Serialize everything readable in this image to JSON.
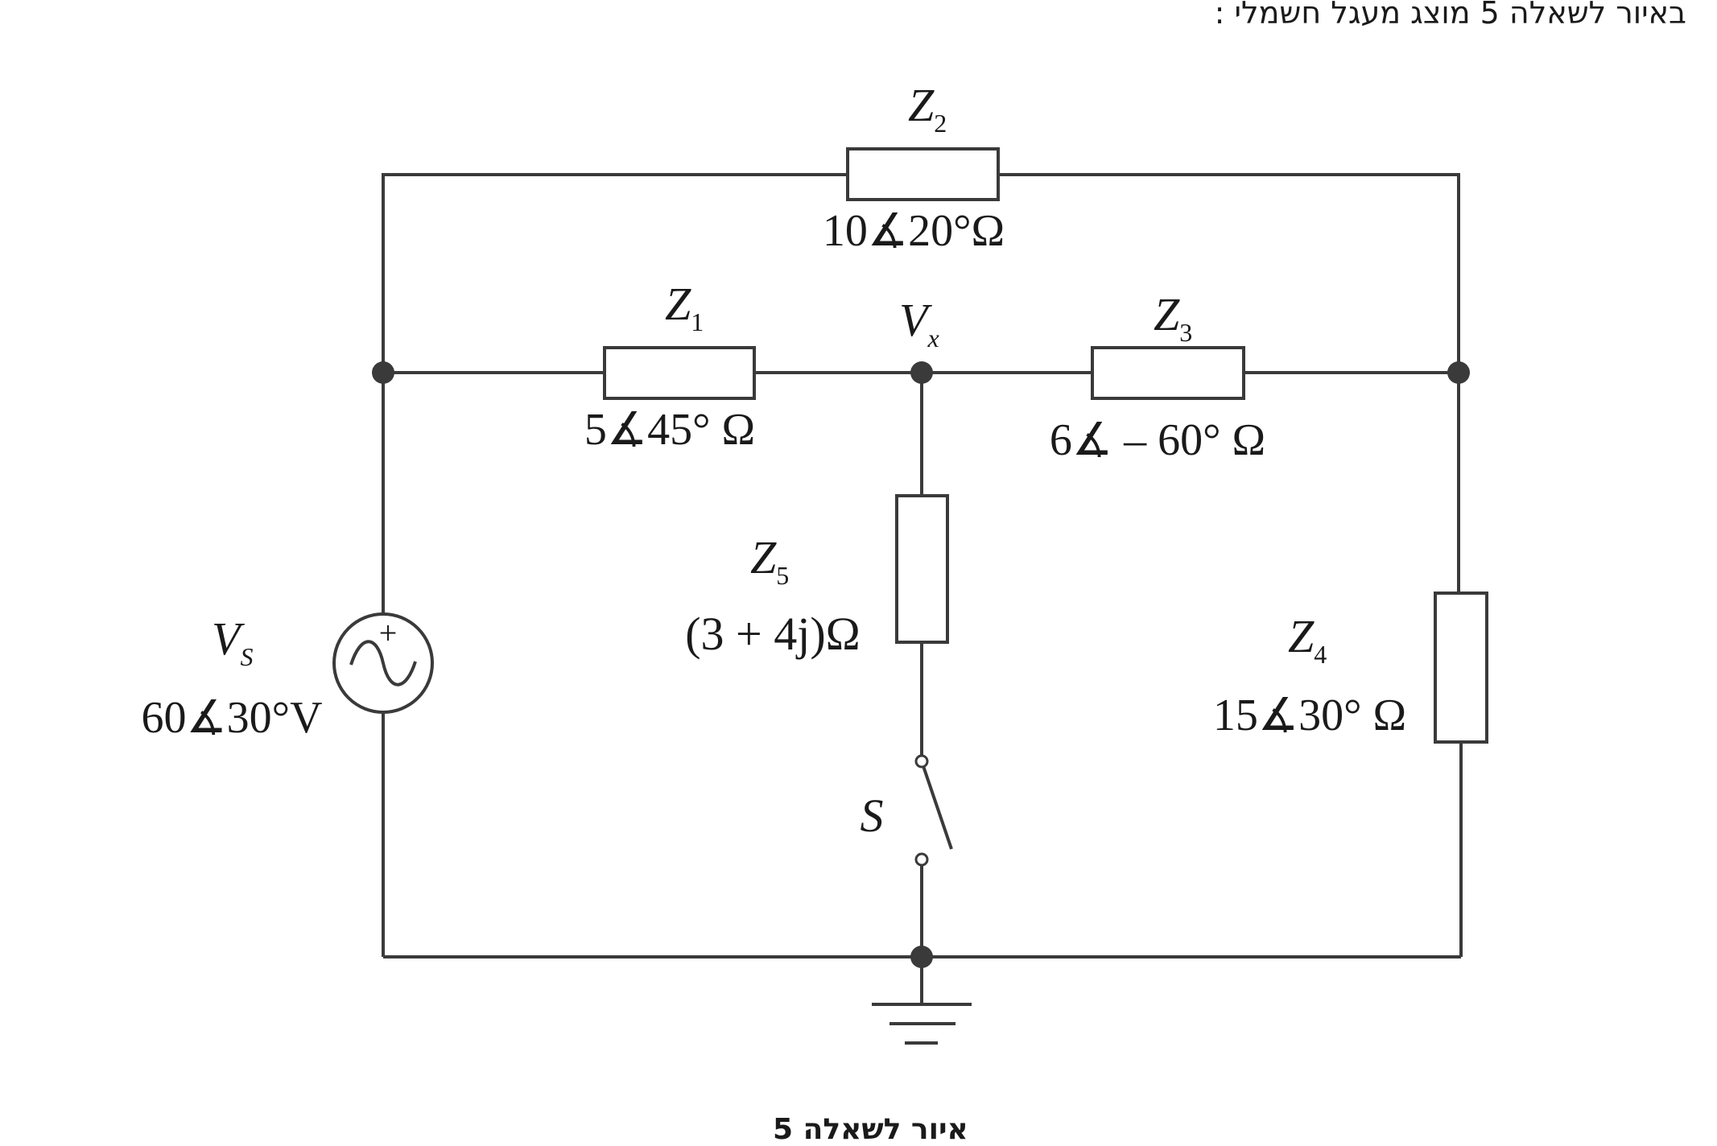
{
  "header": {
    "text": "באיור לשאלה 5 מוצג מעגל חשמלי :"
  },
  "caption": {
    "text": "איור לשאלה 5"
  },
  "components": {
    "z1": {
      "name_main": "Z",
      "name_sub": "1",
      "value": "5∡45° Ω"
    },
    "z2": {
      "name_main": "Z",
      "name_sub": "2",
      "value": "10∡20°Ω"
    },
    "z3": {
      "name_main": "Z",
      "name_sub": "3",
      "value": "6∡ – 60° Ω"
    },
    "z4": {
      "name_main": "Z",
      "name_sub": "4",
      "value": "15∡30° Ω"
    },
    "z5": {
      "name_main": "Z",
      "name_sub": "5",
      "value": "(3 + 4j)Ω"
    },
    "vs": {
      "name_main": "V",
      "name_sub": "S",
      "value": "60∡30°V",
      "polarity": "+"
    },
    "vx": {
      "name_main": "V",
      "name_sub": "x"
    },
    "switch": {
      "name": "S"
    }
  }
}
